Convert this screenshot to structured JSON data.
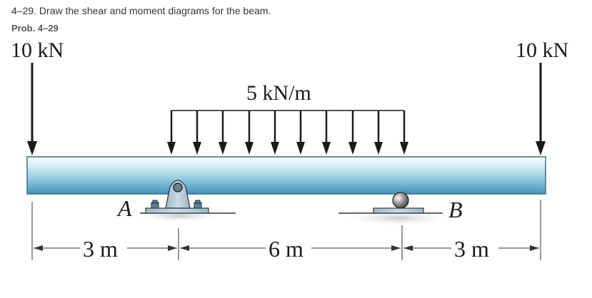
{
  "problem": {
    "statement": "4–29. Draw the shear and moment diagrams for the beam.",
    "label": "Prob. 4–29"
  },
  "loads": {
    "left_point": "10 kN",
    "right_point": "10 kN",
    "distributed": "5 kN/m"
  },
  "supports": {
    "left": "A",
    "right": "B"
  },
  "dimensions": {
    "left_span": "3 m",
    "middle_span": "6 m",
    "right_span": "3 m"
  },
  "colors": {
    "beam_top": "#f2f9fc",
    "beam_mid": "#a8d4e6",
    "beam_bottom": "#4a9cc0",
    "support_fill": "#b6ccd8",
    "line": "#1a1a1a"
  }
}
